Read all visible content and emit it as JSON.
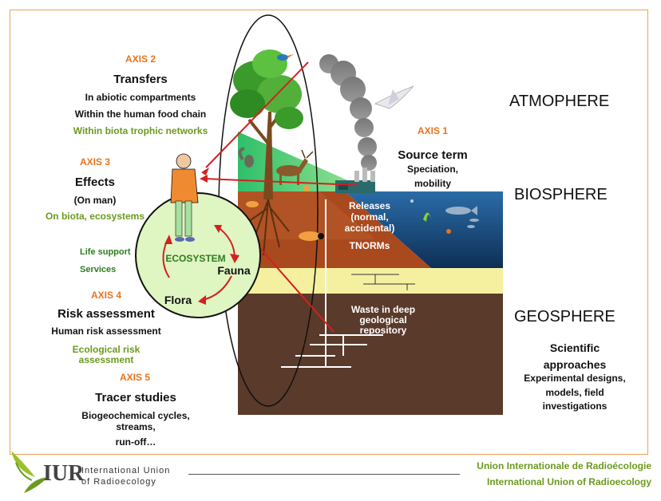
{
  "axis2": {
    "label": "AXIS 2",
    "title": "Transfers",
    "line1": "In abiotic compartments",
    "line2": "Within the human food chain",
    "line3": "Within biota trophic networks"
  },
  "axis3": {
    "label": "AXIS 3",
    "title": "Effects",
    "line1": "(On man)",
    "line2": "On biota,  ecosystems"
  },
  "support": {
    "line1": "Life support",
    "line2": "Services"
  },
  "ecosystem": {
    "label": "ECOSYSTEM",
    "fauna": "Fauna",
    "flora": "Flora"
  },
  "axis4": {
    "label": "AXIS 4",
    "title": "Risk assessment",
    "line1": "Human risk assessment",
    "line2": "Ecological risk",
    "line3": "assessment"
  },
  "axis5": {
    "label": "AXIS 5",
    "title": "Tracer studies",
    "line1": "Biogeochemical cycles,",
    "line2": "streams,",
    "line3": "run-off…"
  },
  "axis1": {
    "label": "AXIS 1",
    "title": "Source term",
    "line1": "Speciation,",
    "line2": "mobility"
  },
  "releases": {
    "line1": "Releases",
    "line2": "(normal,",
    "line3": "accidental)",
    "line4": "TNORMs"
  },
  "waste": {
    "line1": "Waste in deep",
    "line2": "geological",
    "line3": "repository"
  },
  "spheres": {
    "atmosphere": "ATMOPHERE",
    "biosphere": "BIOSPHERE",
    "geosphere": "GEOSPHERE"
  },
  "scientific": {
    "line1": "Scientific",
    "line2": "approaches",
    "line3": "Experimental designs,",
    "line4": "models, field",
    "line5": "investigations"
  },
  "logo": {
    "mark": "IUR",
    "line1": "International Union",
    "line2": "of Radioecology"
  },
  "footer": {
    "fr": "Union Internationale de Radioécologie",
    "en": "International Union of Radioecology"
  },
  "colors": {
    "axis": "#e8731e",
    "green_text": "#6b9a1e",
    "frame": "#e8a05a",
    "soil_top": "#a9491e",
    "soil_deep": "#5a3a2a",
    "clay": "#f5f0a0",
    "water": "#1a4a78"
  }
}
